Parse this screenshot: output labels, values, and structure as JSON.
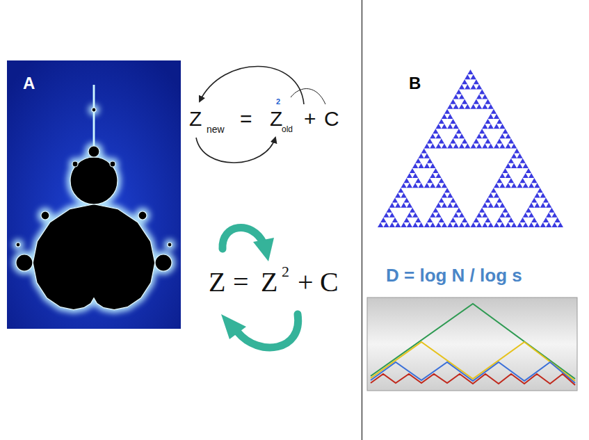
{
  "diagram": {
    "labels": [
      "A",
      "B",
      "Z",
      "new",
      "=",
      "Z",
      "2",
      "old",
      "+",
      "C",
      "Z",
      "=",
      "Z",
      "2",
      "+",
      "C",
      "D = log N / log s"
    ]
  }
}
